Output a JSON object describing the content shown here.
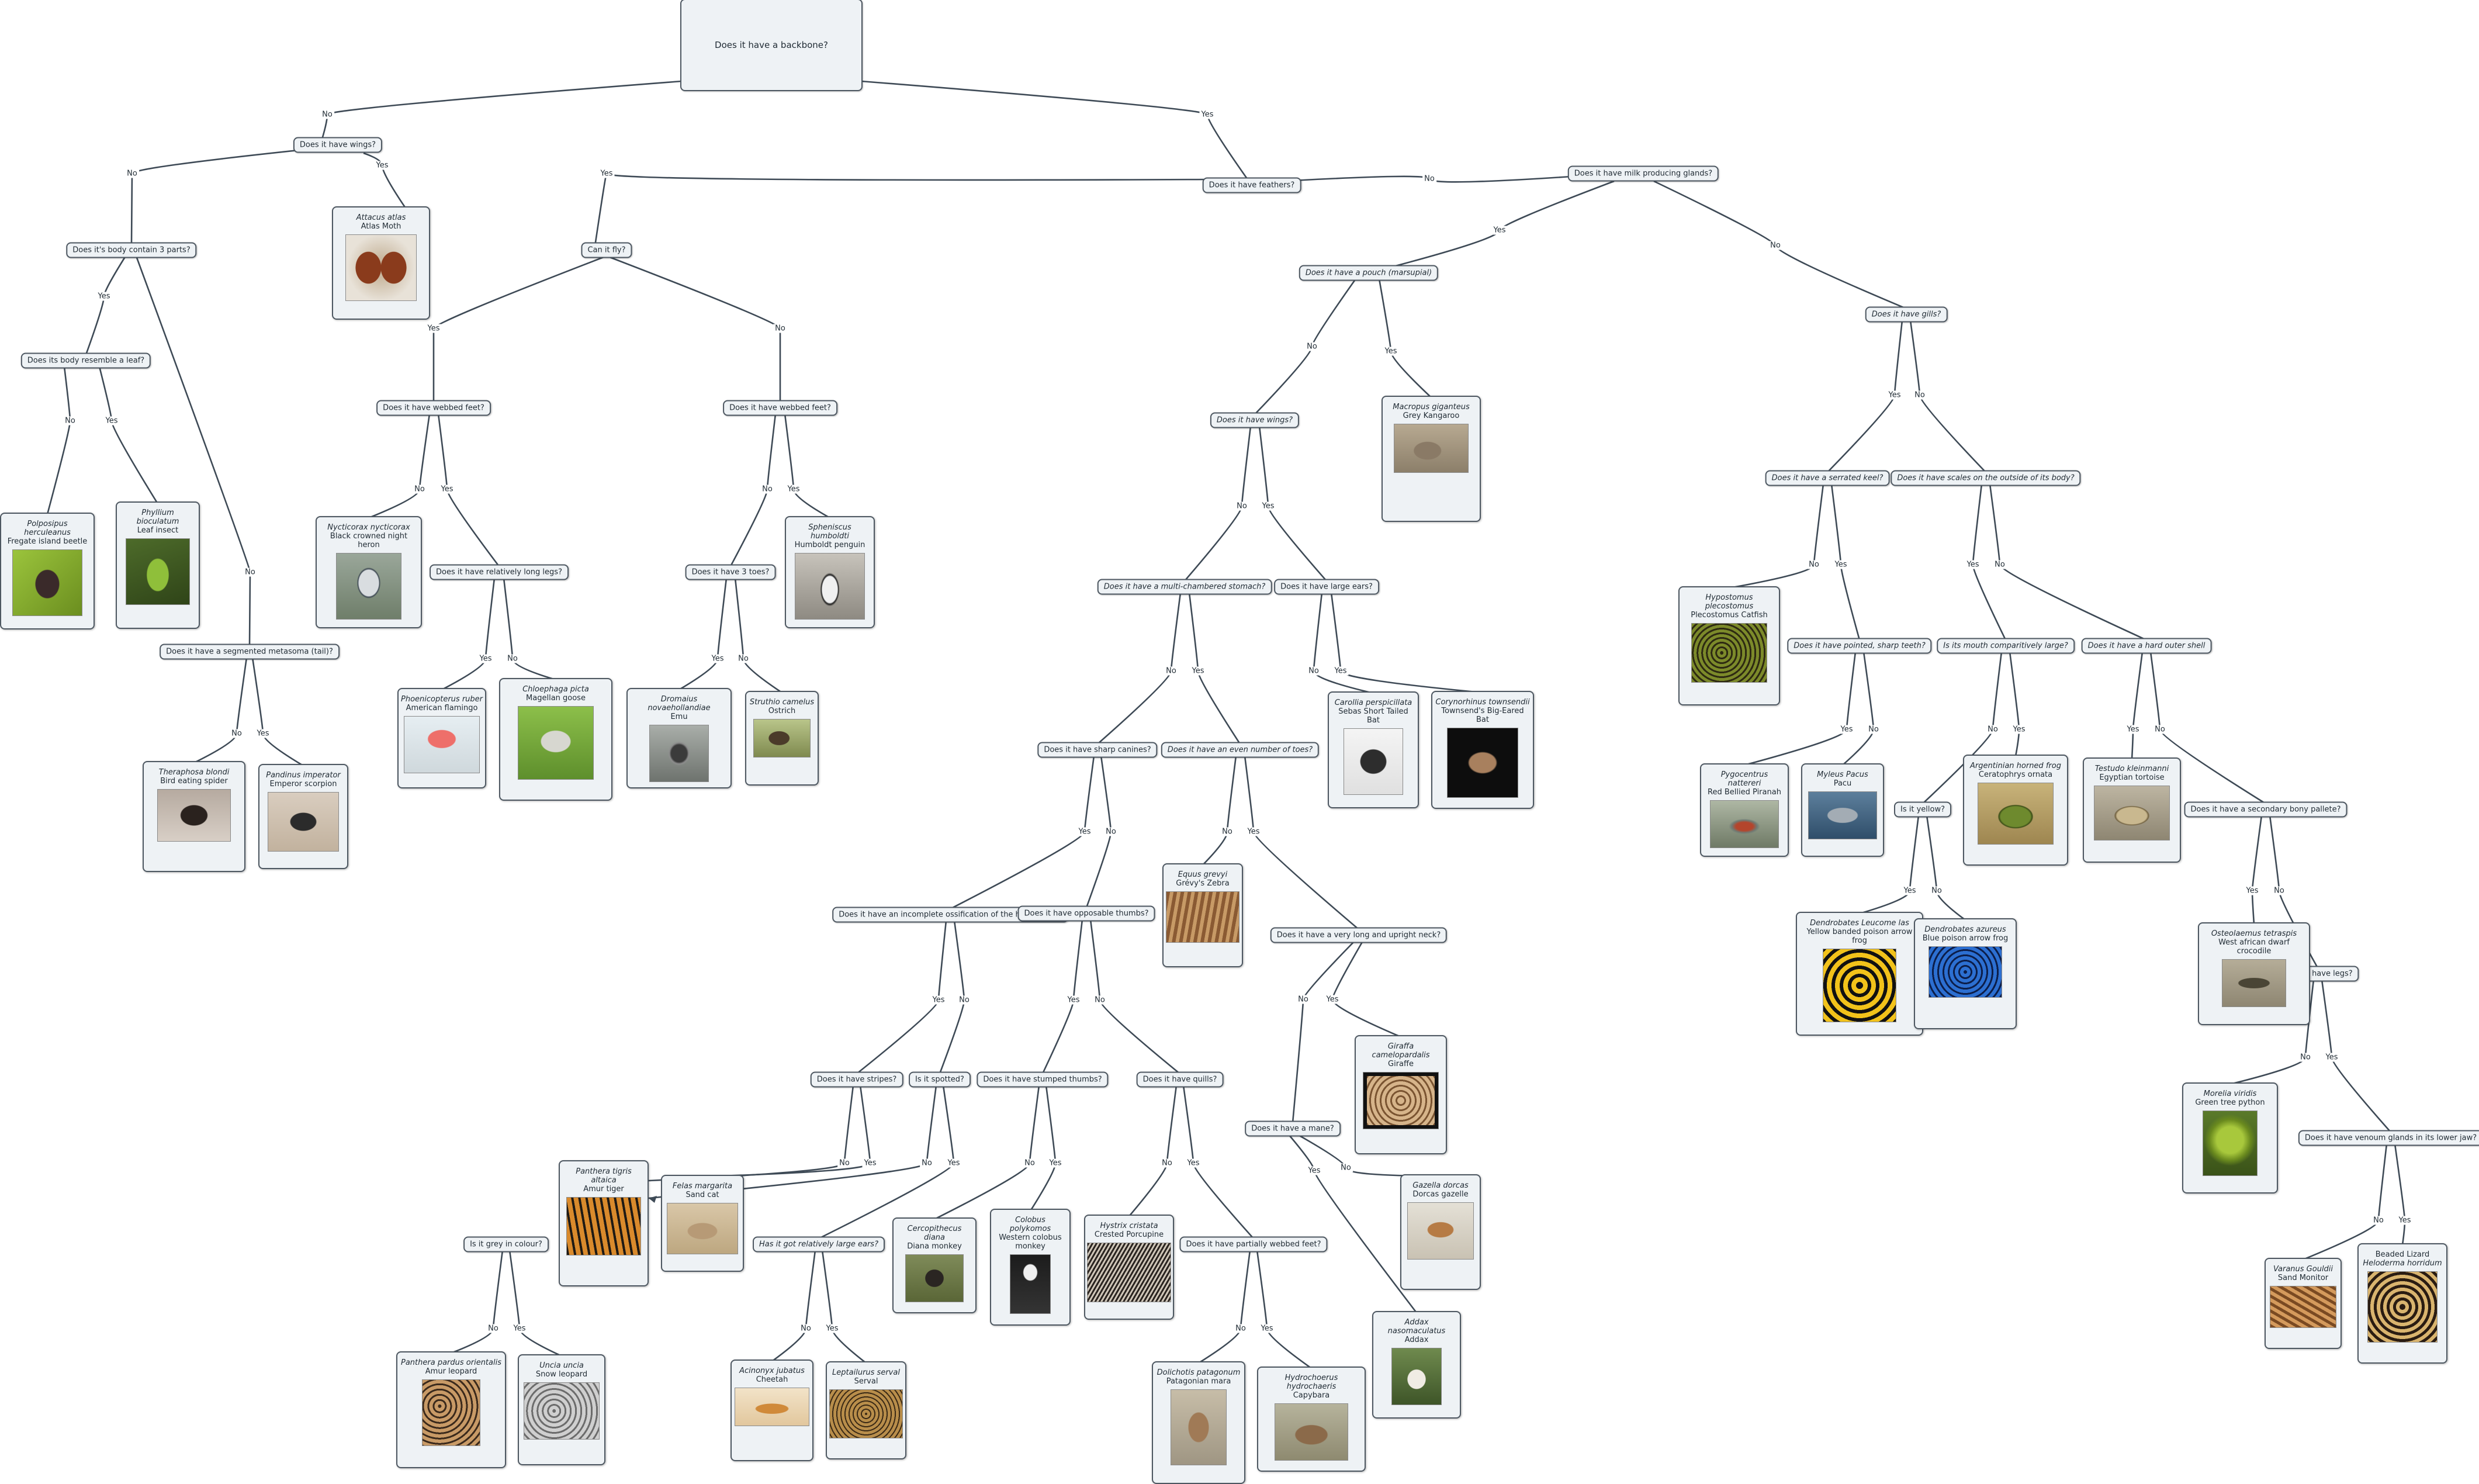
{
  "questions": {
    "backbone": "Does it have a backbone?",
    "wings1": "Does it have wings?",
    "body3": "Does it's body contain 3 parts?",
    "leaf": "Does its body resemble a leaf?",
    "metasoma": "Does it have a segmented metasoma (tail)?",
    "feathers": "Does it have feathers?",
    "milk": "Does it have milk producing glands?",
    "fly": "Can it fly?",
    "webbed_fly": "Does it have webbed feet?",
    "webbed_nofly": "Does it have webbed feet?",
    "longlegs": "Does it have relatively long legs?",
    "toes3": "Does it have 3 toes?",
    "pouch": "Does it have a pouch (marsupial)",
    "wings2": "Does it have wings?",
    "stomach": "Does it have a multi-chambered stomach?",
    "largeears": "Does it have large ears?",
    "canines": "Does it have sharp canines?",
    "eventoes": "Does it have an even number of toes?",
    "hyoid": "Does it have an incomplete ossification of the hyoid bone?",
    "thumbs": "Does it have opposable thumbs?",
    "neck": "Does it have a very long and upright neck?",
    "stripes": "Does it have stripes?",
    "spotted": "Is it spotted?",
    "stumped": "Does it have stumped thumbs?",
    "quills": "Does it have quills?",
    "mane": "Does it have a mane?",
    "grey": "Is it grey in colour?",
    "relears": "Has it got relatively large ears?",
    "partwebbed": "Does it have partially webbed feet?",
    "gills": "Does it have gills?",
    "keel": "Does it have a serrated keel?",
    "scales": "Does it have scales on the outside of its body?",
    "teeth": "Does it have pointed, sharp teeth?",
    "mouth": "Is its mouth comparitively large?",
    "shell": "Does it have a hard outer shell",
    "yellow": "Is it yellow?",
    "palate": "Does it have a secondary bony pallete?",
    "legs": "Does it have legs?",
    "venom": "Does it have venoum glands in its lower jaw?"
  },
  "answers": {
    "yes": "Yes",
    "no": "No"
  },
  "animals": {
    "atlas_moth": {
      "sci": "Attacus atlas",
      "common": "Atlas Moth"
    },
    "frigate_beetle": {
      "sci": "Polposipus herculeanus",
      "common": "Fregate island beetle"
    },
    "leaf_insect": {
      "sci": "Phyllium bioculatum",
      "common": "Leaf insect"
    },
    "bird_eating_spider": {
      "sci": "Theraphosa blondi",
      "common": "Bird eating spider"
    },
    "emperor_scorpion": {
      "sci": "Pandinus imperator",
      "common": "Emperor scorpion"
    },
    "night_heron": {
      "sci": "Nycticorax nycticorax",
      "common": "Black crowned night heron"
    },
    "humboldt_penguin": {
      "sci": "Spheniscus humboldti",
      "common": "Humboldt penguin"
    },
    "flamingo": {
      "sci": "Phoenicopterus ruber",
      "common": "American flamingo"
    },
    "magellan_goose": {
      "sci": "Chloephaga picta",
      "common": "Magellan goose"
    },
    "emu": {
      "sci": "Dromaius novaehollandiae",
      "common": "Emu"
    },
    "ostrich": {
      "sci": "Struthio camelus",
      "common": "Ostrich"
    },
    "grey_kangaroo": {
      "sci": "Macropus giganteus",
      "common": "Grey Kangaroo"
    },
    "short_tailed_bat": {
      "sci": "Carollia perspicillata",
      "common": "Sebas Short Tailed Bat"
    },
    "big_eared_bat": {
      "sci": "Corynorhinus townsendii",
      "common": "Townsend's Big-Eared Bat"
    },
    "zebra": {
      "sci": "Equus grevyi",
      "common": "Grévy's Zebra"
    },
    "giraffe": {
      "sci": "Giraffa camelopardalis",
      "common": "Giraffe"
    },
    "gazelle": {
      "sci": "Gazella dorcas",
      "common": "Dorcas gazelle"
    },
    "addax": {
      "sci": "Addax nasomaculatus",
      "common": "Addax"
    },
    "amur_tiger": {
      "sci": "Panthera tigris altaica",
      "common": "Amur tiger"
    },
    "sand_cat": {
      "sci": "Felas margarita",
      "common": "Sand cat"
    },
    "amur_leopard": {
      "sci": "Panthera pardus orientalis",
      "common": "Amur leopard"
    },
    "snow_leopard": {
      "sci": "Uncia uncia",
      "common": "Snow leopard"
    },
    "cheetah": {
      "sci": "Acinonyx jubatus",
      "common": "Cheetah"
    },
    "serval": {
      "sci": "Leptailurus serval",
      "common": "Serval"
    },
    "diana_monkey": {
      "sci": "Cercopithecus diana",
      "common": "Diana monkey"
    },
    "colobus": {
      "sci": "Colobus polykomos",
      "common": "Western colobus monkey"
    },
    "porcupine": {
      "sci": "Hystrix cristata",
      "common": "Crested Porcupine"
    },
    "mara": {
      "sci": "Dolichotis patagonum",
      "common": "Patagonian mara"
    },
    "capybara": {
      "sci": "Hydrochoerus hydrochaeris",
      "common": "Capybara"
    },
    "catfish": {
      "sci": "Hypostomus plecostomus",
      "common": "Plecostomus Catfish"
    },
    "piranha": {
      "sci": "Pygocentrus nattereri",
      "common": "Red Bellied Piranah"
    },
    "pacu": {
      "sci": "Myleus Pacus",
      "common": "Pacu"
    },
    "horned_frog": {
      "sci": "Argentinian horned frog",
      "common": "Ceratophrys ornata"
    },
    "tortoise": {
      "sci": "Testudo kleinmanni",
      "common": "Egyptian tortoise"
    },
    "yellow_frog": {
      "sci": "Dendrobates Leucome las",
      "common": "Yellow banded poison arrow frog"
    },
    "blue_frog": {
      "sci": "Dendrobates azureus",
      "common": "Blue poison arrow frog"
    },
    "dwarf_croc": {
      "sci": "Osteolaemus tetraspis",
      "common": "West african dwarf crocodile"
    },
    "python": {
      "sci": "Morelia viridis",
      "common": "Green tree python"
    },
    "sand_monitor": {
      "sci": "Varanus Gouldii",
      "common": "Sand Monitor"
    },
    "beaded_lizard": {
      "sci": "Heloderma horridum",
      "common": "Beaded Lizard"
    }
  }
}
